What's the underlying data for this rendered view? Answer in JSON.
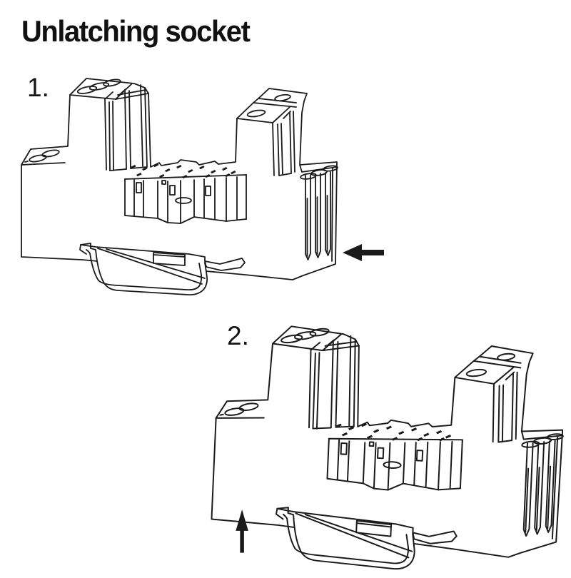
{
  "page": {
    "title": "Unlatching socket",
    "background_color": "#ffffff",
    "line_color": "#1a1a1a"
  },
  "steps": [
    {
      "number": "1.",
      "arrow": {
        "direction": "left"
      }
    },
    {
      "number": "2.",
      "arrow": {
        "direction": "up"
      }
    }
  ]
}
